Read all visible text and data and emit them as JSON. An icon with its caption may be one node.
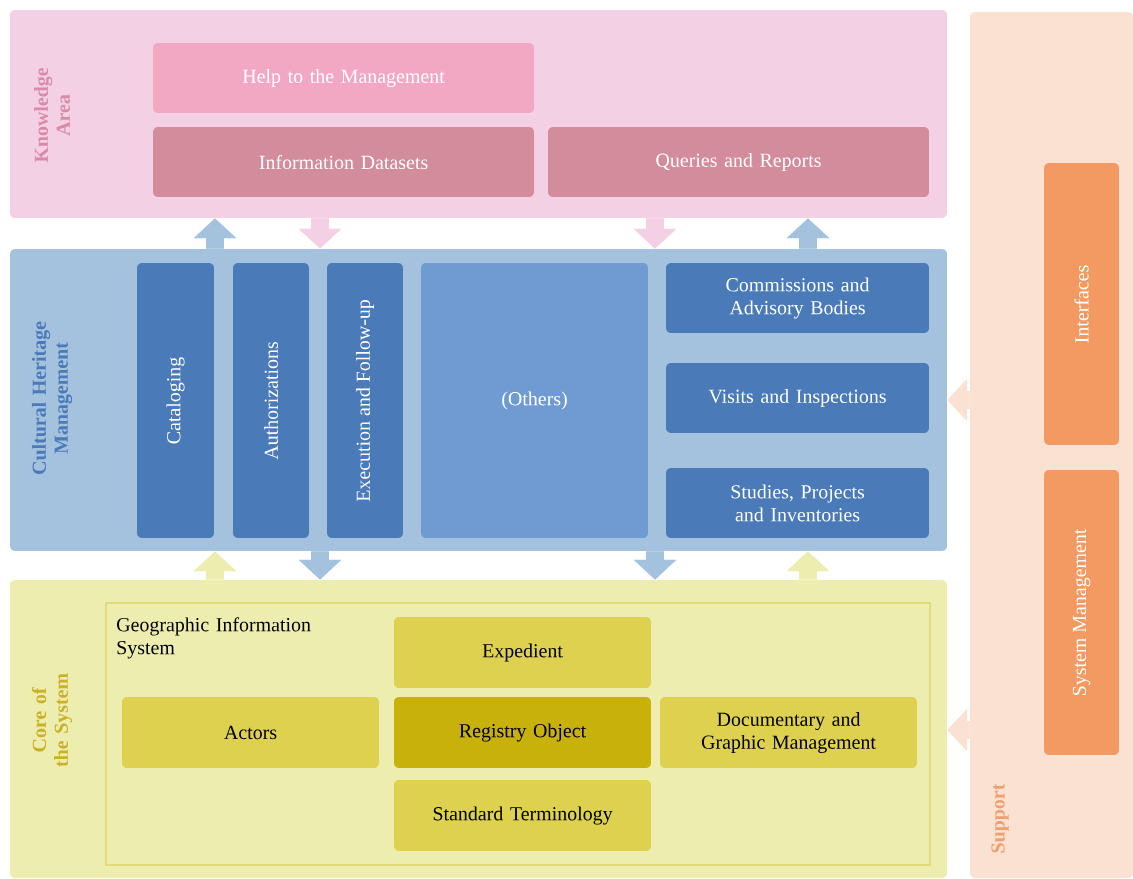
{
  "diagram": {
    "nodes": [
      {
        "text": [
          "Knowledge Area"
        ]
      },
      {
        "text": [
          "Help to the Management"
        ],
        "in": 0
      },
      {
        "text": [
          "Information Datasets"
        ],
        "in": 0
      },
      {
        "text": [
          "Queries and Reports"
        ],
        "in": 0
      },
      {
        "text": [
          "Cultural Heritage Management"
        ]
      },
      {
        "text": [
          "Cataloging"
        ],
        "in": 4
      },
      {
        "text": [
          "Authorizations"
        ],
        "in": 4
      },
      {
        "text": [
          "Execution and Follow-up"
        ],
        "in": 4
      },
      {
        "text": [
          "(Others)"
        ],
        "in": 4
      },
      {
        "text": [
          "Commissions and Advisory Bodies"
        ],
        "in": 4
      },
      {
        "text": [
          "Visits and Inspections"
        ],
        "in": 4
      },
      {
        "text": [
          "Studies, Projects and Inventories"
        ],
        "in": 4
      },
      {
        "text": [
          "Core of the System"
        ]
      },
      {
        "text": [
          "Geographic Information System"
        ],
        "in": 12
      },
      {
        "text": [
          "Expedient"
        ],
        "in": 13
      },
      {
        "text": [
          "Actors"
        ],
        "in": 13
      },
      {
        "text": [
          "Registry Object"
        ],
        "in": 13
      },
      {
        "text": [
          "Documentary and Graphic Management"
        ],
        "in": 13
      },
      {
        "text": [
          "Standard Terminology"
        ],
        "in": 13
      },
      {
        "text": [
          "Support"
        ]
      },
      {
        "text": [
          "Interfaces"
        ],
        "in": 19
      },
      {
        "text": [
          "System Management"
        ],
        "in": 19
      }
    ],
    "edges": [
      {
        "from": 4,
        "to": 0,
        "arrow": "to",
        "color": "#a4c2de"
      },
      {
        "from": 0,
        "to": 4,
        "arrow": "to",
        "color": "#f4d0e4"
      },
      {
        "from": 0,
        "to": 4,
        "arrow": "to",
        "color": "#f4d0e4"
      },
      {
        "from": 4,
        "to": 0,
        "arrow": "to",
        "color": "#a4c2de"
      },
      {
        "from": 12,
        "to": 4,
        "arrow": "to",
        "color": "#eeedb0"
      },
      {
        "from": 4,
        "to": 12,
        "arrow": "to",
        "color": "#a4c2de"
      },
      {
        "from": 4,
        "to": 12,
        "arrow": "to",
        "color": "#a4c2de"
      },
      {
        "from": 12,
        "to": 4,
        "arrow": "to",
        "color": "#eeedb0"
      },
      {
        "from": 19,
        "to": 4,
        "arrow": "to",
        "color": "#fbe1d1"
      },
      {
        "from": 19,
        "to": 12,
        "arrow": "to",
        "color": "#fbe1d1"
      }
    ]
  }
}
